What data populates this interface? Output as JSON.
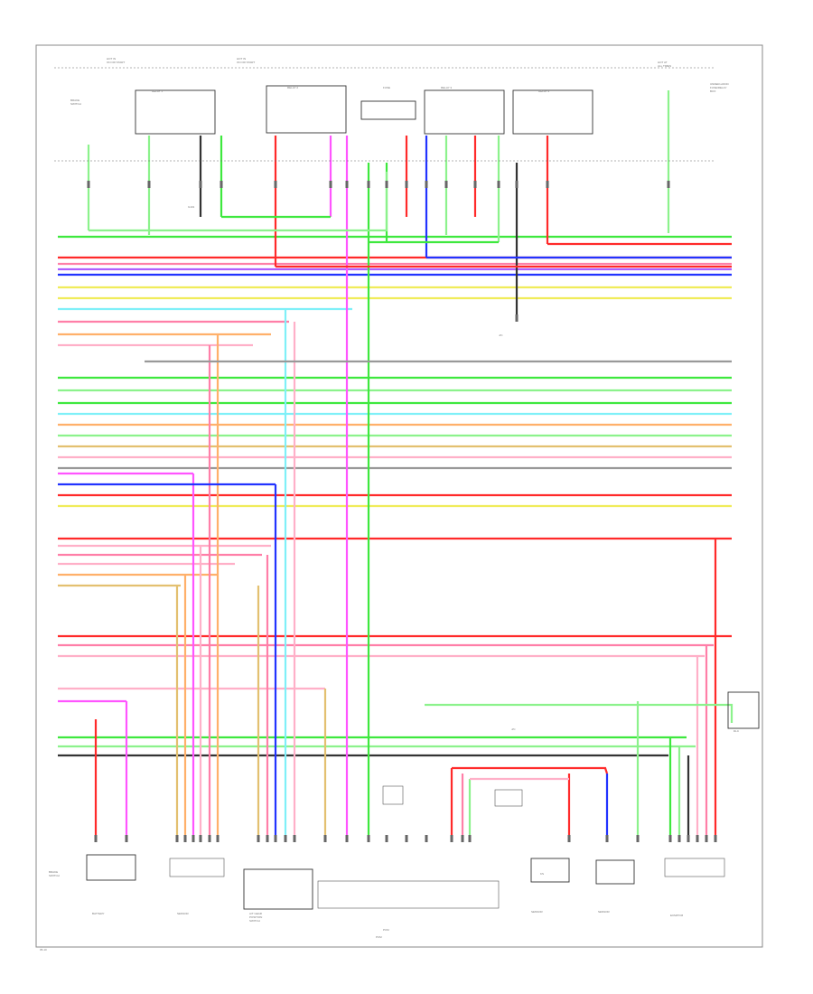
{
  "diagram": {
    "palette": {
      "red": "#ff2a2a",
      "pink": "#ff7fa8",
      "magenta": "#ff55ff",
      "blue": "#2233ff",
      "yellow": "#f0ec5a",
      "cyan": "#7ff0f8",
      "green": "#3ee83e",
      "light_green": "#8cf28c",
      "orange": "#ffb06a",
      "tan": "#e3c070",
      "violet": "#b060ff",
      "light_pink": "#ffb0c8",
      "black": "#333333",
      "gray": "#999999"
    },
    "top_left_code": "HOT IN\nON OR START",
    "top_mid_code": "HOT IN\nON OR START",
    "top_right_code": "HOT AT\nALL TIMES",
    "top_right_note": "UNDER-HOOD\nFUSE/RELAY\nBOX",
    "relay1_title": "RELAY 1",
    "relay2_title": "RELAY 2",
    "relay3_title": "RELAY 3",
    "relay4_title": "RELAY 4",
    "fuse_title": "FUSE",
    "left_harness_label": "BRAKE\nSWITCH",
    "ground_label": "G101",
    "mid_splice_label": "J/C",
    "bottom_left_label": "BRAKE\nSWITCH",
    "components": {
      "c1": "BATTERY",
      "c2": "SENSOR",
      "c3": "A/T GEAR\nPOSITION\nSWITCH",
      "c4": "PCM",
      "c5": "SENSOR",
      "c6": "SENSOR",
      "c7": "ECM/PCM"
    },
    "right_box_label": "DLC",
    "splice_label": "J/C",
    "bottom_pcm_label": "PCM",
    "tiny_box": "KS",
    "corner_code": "05-10"
  }
}
